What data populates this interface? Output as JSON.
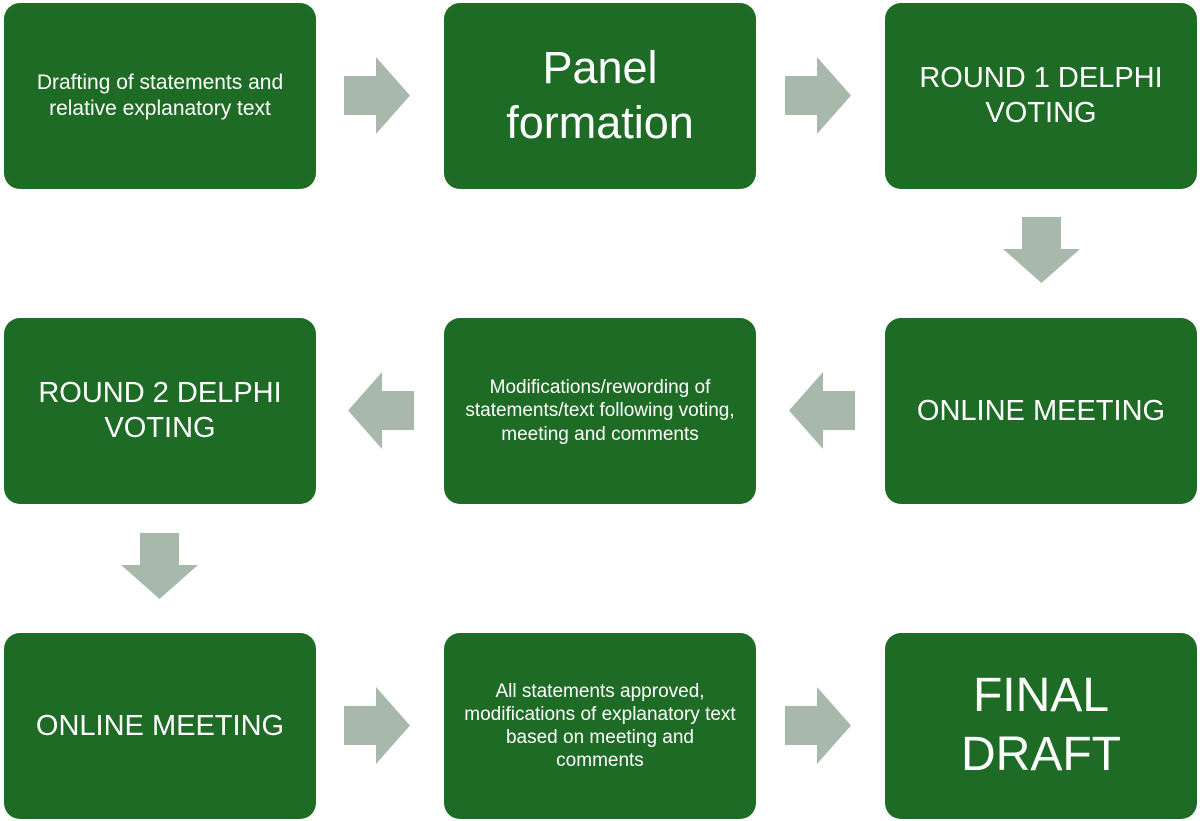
{
  "diagram": {
    "boxes": [
      {
        "id": "b1",
        "text": "Drafting of statements and relative explanatory text"
      },
      {
        "id": "b2",
        "text": "Panel formation"
      },
      {
        "id": "b3",
        "text": "ROUND 1 DELPHI VOTING"
      },
      {
        "id": "b4",
        "text": "ROUND 2 DELPHI VOTING"
      },
      {
        "id": "b5",
        "text": "Modifications/rewording of statements/text following voting, meeting and comments"
      },
      {
        "id": "b6",
        "text": "ONLINE MEETING"
      },
      {
        "id": "b7",
        "text": "ONLINE MEETING"
      },
      {
        "id": "b8",
        "text": "All statements approved, modifications of explanatory text based on meeting and comments"
      },
      {
        "id": "b9",
        "text": "FINAL DRAFT"
      }
    ],
    "colors": {
      "box_fill": "#1e6b25",
      "box_text": "#ffffff",
      "arrow_fill": "#a8b9ab",
      "background": "#ffffff"
    },
    "arrows": [
      {
        "from": "b1",
        "to": "b2",
        "icon": "arrow-right-icon"
      },
      {
        "from": "b2",
        "to": "b3",
        "icon": "arrow-right-icon"
      },
      {
        "from": "b3",
        "to": "b6",
        "icon": "arrow-down-icon"
      },
      {
        "from": "b6",
        "to": "b5",
        "icon": "arrow-left-icon"
      },
      {
        "from": "b5",
        "to": "b4",
        "icon": "arrow-left-icon"
      },
      {
        "from": "b4",
        "to": "b7",
        "icon": "arrow-down-icon"
      },
      {
        "from": "b7",
        "to": "b8",
        "icon": "arrow-right-icon"
      },
      {
        "from": "b8",
        "to": "b9",
        "icon": "arrow-right-icon"
      }
    ]
  }
}
